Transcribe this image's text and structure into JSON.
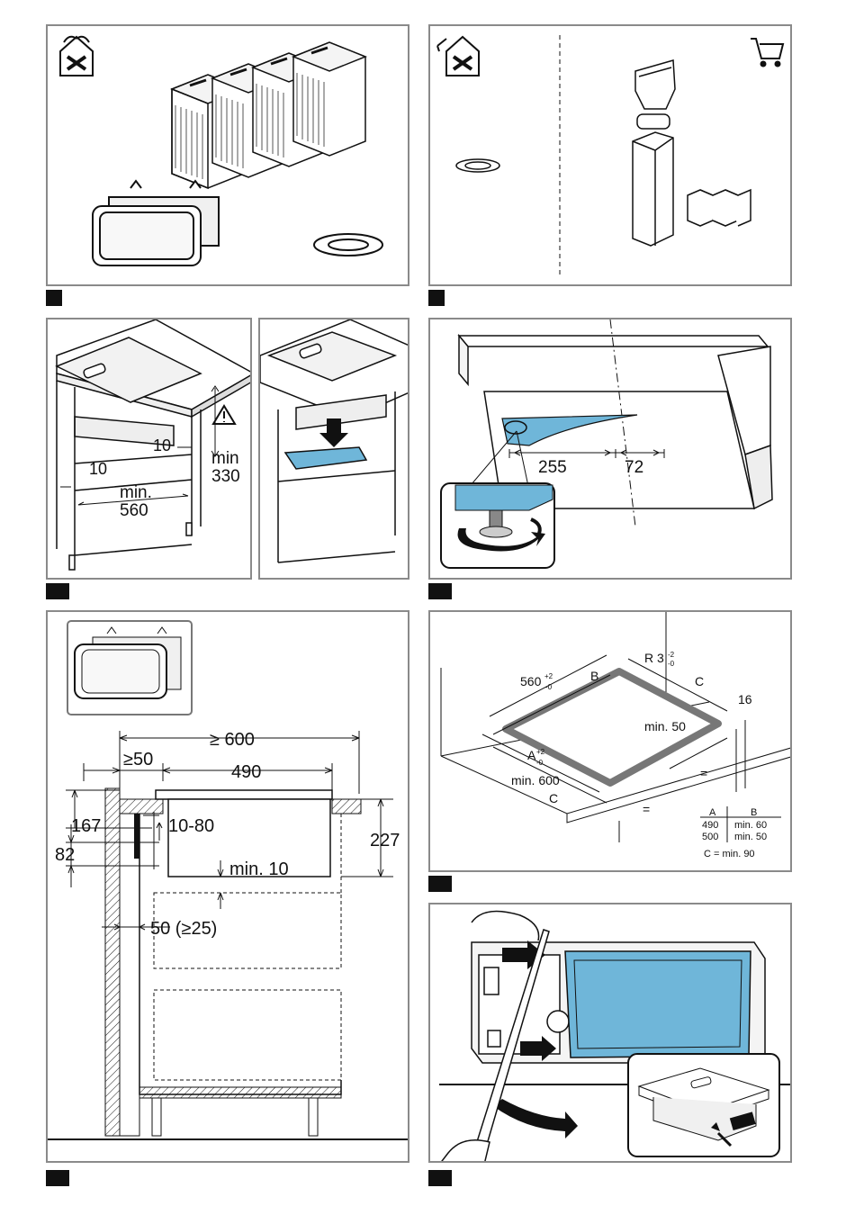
{
  "panel_clearance": {
    "dim_10_right": "10",
    "dim_10_left": "10",
    "dim_min_330": "min\n330",
    "dim_min_330_a": "min",
    "dim_min_330_b": "330",
    "dim_min": "min.",
    "dim_560": "560"
  },
  "panel_base": {
    "dim_255": "255",
    "dim_72": "72"
  },
  "panel_section": {
    "dim_600": "≥ 600",
    "dim_50": "≥50",
    "dim_490": "490",
    "dim_167": "167",
    "dim_82": "82",
    "dim_10_80": "10-80",
    "dim_227": "227",
    "dim_min10": "min. 10",
    "dim_50_25": "50 (≥25)"
  },
  "panel_cutout": {
    "dim_560": "560",
    "tol_560_top": "+2",
    "tol_560_bot": "-0",
    "label_B": "B",
    "label_R": "R 3",
    "tol_R_top": "-2",
    "tol_R_bot": "-0",
    "label_C_top": "C",
    "dim_16": "16",
    "dim_min50": "min. 50",
    "label_A": "A",
    "tol_A_top": "+2",
    "tol_A_bot": "-0",
    "dim_min600": "min. 600",
    "label_C_bottom": "C",
    "eq1": "=",
    "eq2": "=",
    "table_head_A": "A",
    "table_head_B": "B",
    "table_row1_A": "490",
    "table_row1_B": "min. 60",
    "table_row2_A": "500",
    "table_row2_B": "min. 50",
    "table_note": "C = min. 90"
  },
  "colors": {
    "accent_blue": "#6fb6d9",
    "line": "#1a1a1a",
    "frame": "#8a8a8a"
  },
  "icons": [
    "recirculation-house-icon",
    "exhaust-house-icon",
    "shopping-cart-icon",
    "warning-icon"
  ]
}
